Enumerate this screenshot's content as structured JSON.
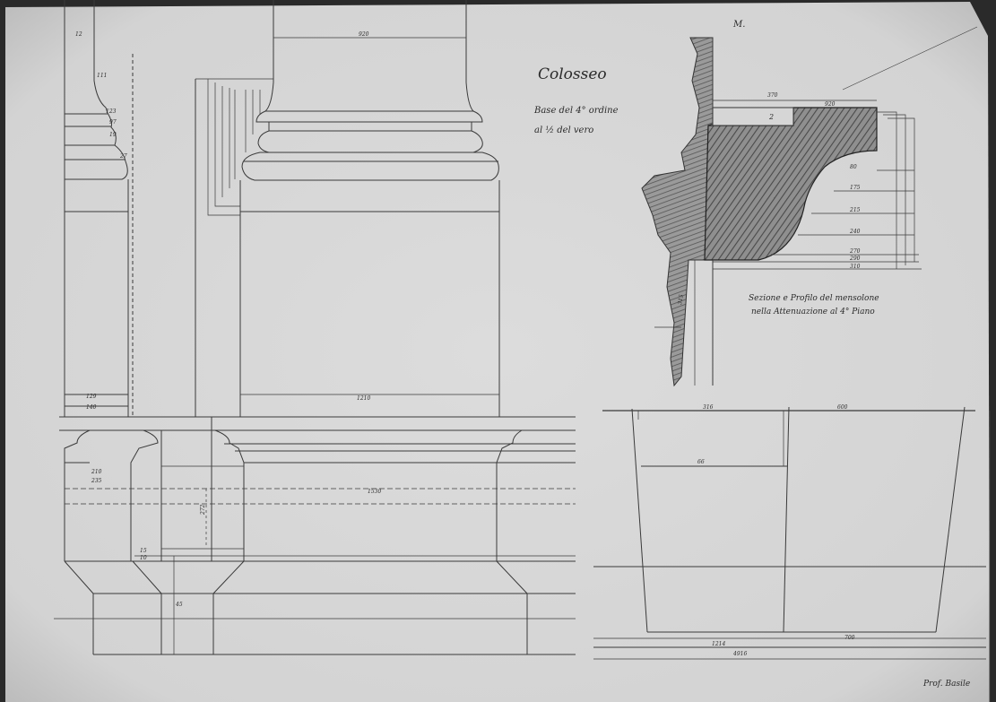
{
  "sheet": {
    "title": "Colosseo",
    "subtitle_line1": "Base del 4° ordine",
    "subtitle_line2": "al ½ del vero",
    "section_caption_line1": "Sezione e Profilo del mensolone",
    "section_caption_line2": "nella Attenuazione al 4° Piano",
    "signature": "Prof. Basile",
    "corner_mark": "M.",
    "paper_color": "#d9d9d9",
    "ink_color": "#333333"
  },
  "labels": {
    "top_width": "920",
    "left_top": "12",
    "left_a": "111",
    "left_b": "123",
    "left_c": "97",
    "left_d": "19",
    "left_e": "27",
    "shaft_width": "1210",
    "left_low_a": "129",
    "left_low_b": "140",
    "plinth_width": "1530",
    "block_h": "272",
    "left_pl_a": "210",
    "left_pl_b": "235",
    "left_pl_c": "15",
    "left_pl_d": "10",
    "bottom_marks": "45",
    "bracket_top": "370",
    "bracket_width": "920",
    "bracket_a": "80",
    "bracket_b": "175",
    "bracket_c": "215",
    "bracket_d": "240",
    "bracket_e": "270",
    "bracket_f": "290",
    "bracket_g": "310",
    "bracket_center": "2",
    "wall_mark": "315",
    "block_w1": "316",
    "block_w2": "600",
    "block_mid": "66",
    "block_bottom": "1214",
    "block_right": "700",
    "block_total": "4916"
  }
}
